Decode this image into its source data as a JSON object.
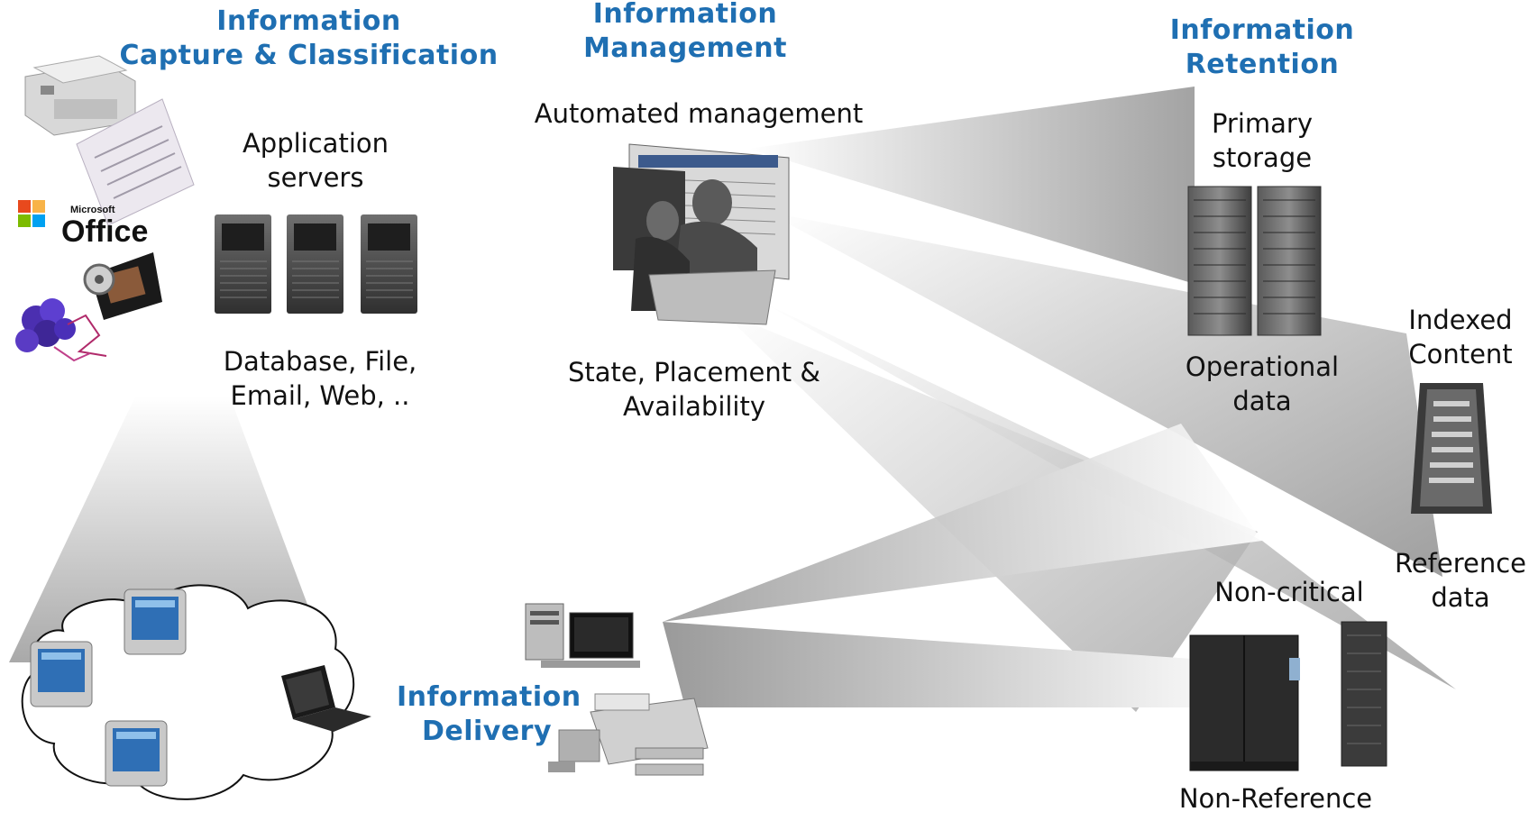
{
  "headings": {
    "capture": [
      "Information",
      "Capture & Classification"
    ],
    "management": [
      "Information",
      "Management"
    ],
    "retention": [
      "Information",
      "Retention"
    ],
    "delivery": [
      "Information",
      "Delivery"
    ]
  },
  "labels": {
    "application_servers": [
      "Application",
      "servers"
    ],
    "db_file_email": [
      "Database, File,",
      "Email, Web, .."
    ],
    "automated_management": [
      "Automated management"
    ],
    "state_placement": [
      "State, Placement &",
      "Availability"
    ],
    "primary_storage": [
      "Primary",
      "storage"
    ],
    "operational_data": [
      "Operational",
      "data"
    ],
    "indexed_content": [
      "Indexed",
      "Content"
    ],
    "reference_data": [
      "Reference",
      "data"
    ],
    "non_critical": [
      "Non-critical"
    ],
    "non_reference": [
      "Non-Reference"
    ]
  },
  "logos": {
    "office_small": "Microsoft",
    "office_large": "Office"
  },
  "colors": {
    "heading": "#1f6fb2",
    "flow_gray": "#b8b8b8"
  },
  "icons": {
    "scanner": "multifunction-scanner-icon",
    "document": "paper-document-icon",
    "office": "microsoft-office-logo",
    "film": "film-reel-icon",
    "molecule": "molecule-icon",
    "server": "tower-server-icon",
    "workstation": "operator-workstation-image",
    "storage_rack": "storage-rack-icon",
    "tape_library": "tape-library-icon",
    "pda": "pda-device-icon",
    "laptop": "laptop-icon",
    "desktop": "desktop-pc-icon",
    "printer": "printer-icon",
    "cloud": "network-cloud-icon"
  }
}
